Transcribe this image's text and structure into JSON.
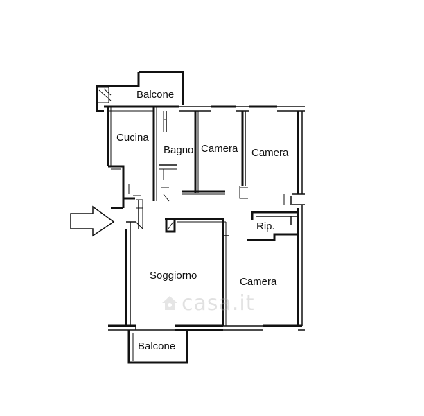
{
  "rooms": {
    "balcone_top": "Balcone",
    "cucina": "Cucina",
    "bagno": "Bagno",
    "camera_1": "Camera",
    "camera_2": "Camera",
    "rip": "Rip.",
    "soggiorno": "Soggiorno",
    "camera_3": "Camera",
    "balcone_bottom": "Balcone"
  },
  "watermark": "casa.it",
  "icons": {
    "entrance": "arrow-right-outline-icon",
    "watermark": "house-icon"
  },
  "colors": {
    "walls": "#111111",
    "watermark": "#aaaaaa"
  }
}
